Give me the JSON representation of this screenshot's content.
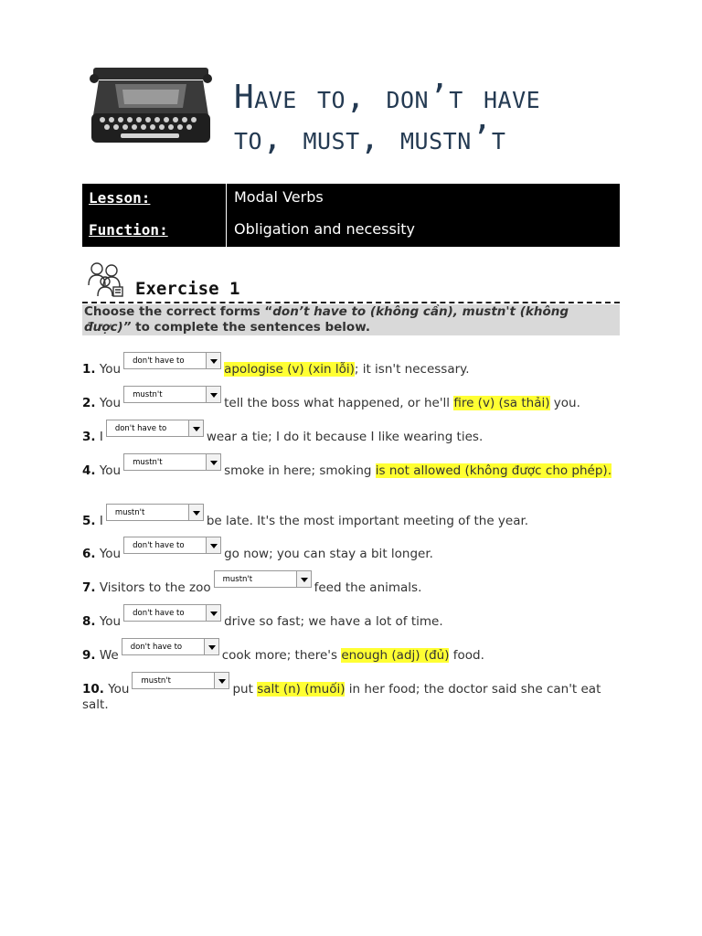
{
  "title": {
    "line1": "Have to, don’t have",
    "line2": "to, must, mustn’t"
  },
  "info": [
    {
      "key": "Lesson:",
      "value": "Modal Verbs"
    },
    {
      "key": "Function:",
      "value": "Obligation and necessity"
    }
  ],
  "exercise": {
    "title": "Exercise 1",
    "instruction": {
      "pre": "Choose the correct forms “",
      "em": "don’t have to (không cần), mustn't (không được)”",
      "post": " to complete the sentences below."
    }
  },
  "questions": [
    {
      "num": "1.",
      "pre": "You",
      "option": "don't have to",
      "post": [
        {
          "hl": "apologise (v) (xin lỗi)"
        },
        {
          "t": "; it isn't necessary."
        }
      ]
    },
    {
      "num": "2.",
      "pre": "You",
      "option": "mustn't",
      "post": [
        {
          "t": "tell the boss what happened, or he'll "
        },
        {
          "hl": "fire (v) (sa thải)"
        },
        {
          "t": " you."
        }
      ]
    },
    {
      "num": "3.",
      "pre": "I",
      "option": "don't have to",
      "post": [
        {
          "t": "wear a tie; I do it because I like wearing ties."
        }
      ]
    },
    {
      "num": "4.",
      "pre": "You",
      "option": "mustn't",
      "post": [
        {
          "t": "smoke in here; smoking "
        },
        {
          "hl": "is not allowed (không được cho phép)."
        }
      ]
    },
    {
      "num": "5.",
      "pre": "I",
      "option": "mustn't",
      "post": [
        {
          "t": "be late. It's the most important meeting of the year."
        }
      ]
    },
    {
      "num": "6.",
      "pre": "You",
      "option": "don't have to",
      "post": [
        {
          "t": "go now; you can stay a bit longer."
        }
      ]
    },
    {
      "num": "7.",
      "pre": "Visitors to the zoo",
      "option": "mustn't",
      "post": [
        {
          "t": "feed the animals."
        }
      ]
    },
    {
      "num": "8.",
      "pre": "You",
      "option": "don't have to",
      "post": [
        {
          "t": "drive so fast; we have a lot of time."
        }
      ]
    },
    {
      "num": "9.",
      "pre": "We",
      "option": "don't have to",
      "post": [
        {
          "t": "cook more; there's "
        },
        {
          "hl": "enough (adj) (đủ)"
        },
        {
          "t": " food."
        }
      ]
    },
    {
      "num": "10.",
      "pre": "You",
      "option": "mustn't",
      "post": [
        {
          "t": "put "
        },
        {
          "hl": "salt (n) (muối)"
        },
        {
          "t": " in her food; the doctor said she can't eat salt."
        }
      ]
    }
  ],
  "colors": {
    "title": "#243a52",
    "highlight": "#ffff33",
    "instruction_bg": "#d9d9d9"
  },
  "icons": {
    "header_image": "typewriter-icon",
    "exercise": "people-group-icon",
    "dropdown": "chevron-down-icon"
  }
}
